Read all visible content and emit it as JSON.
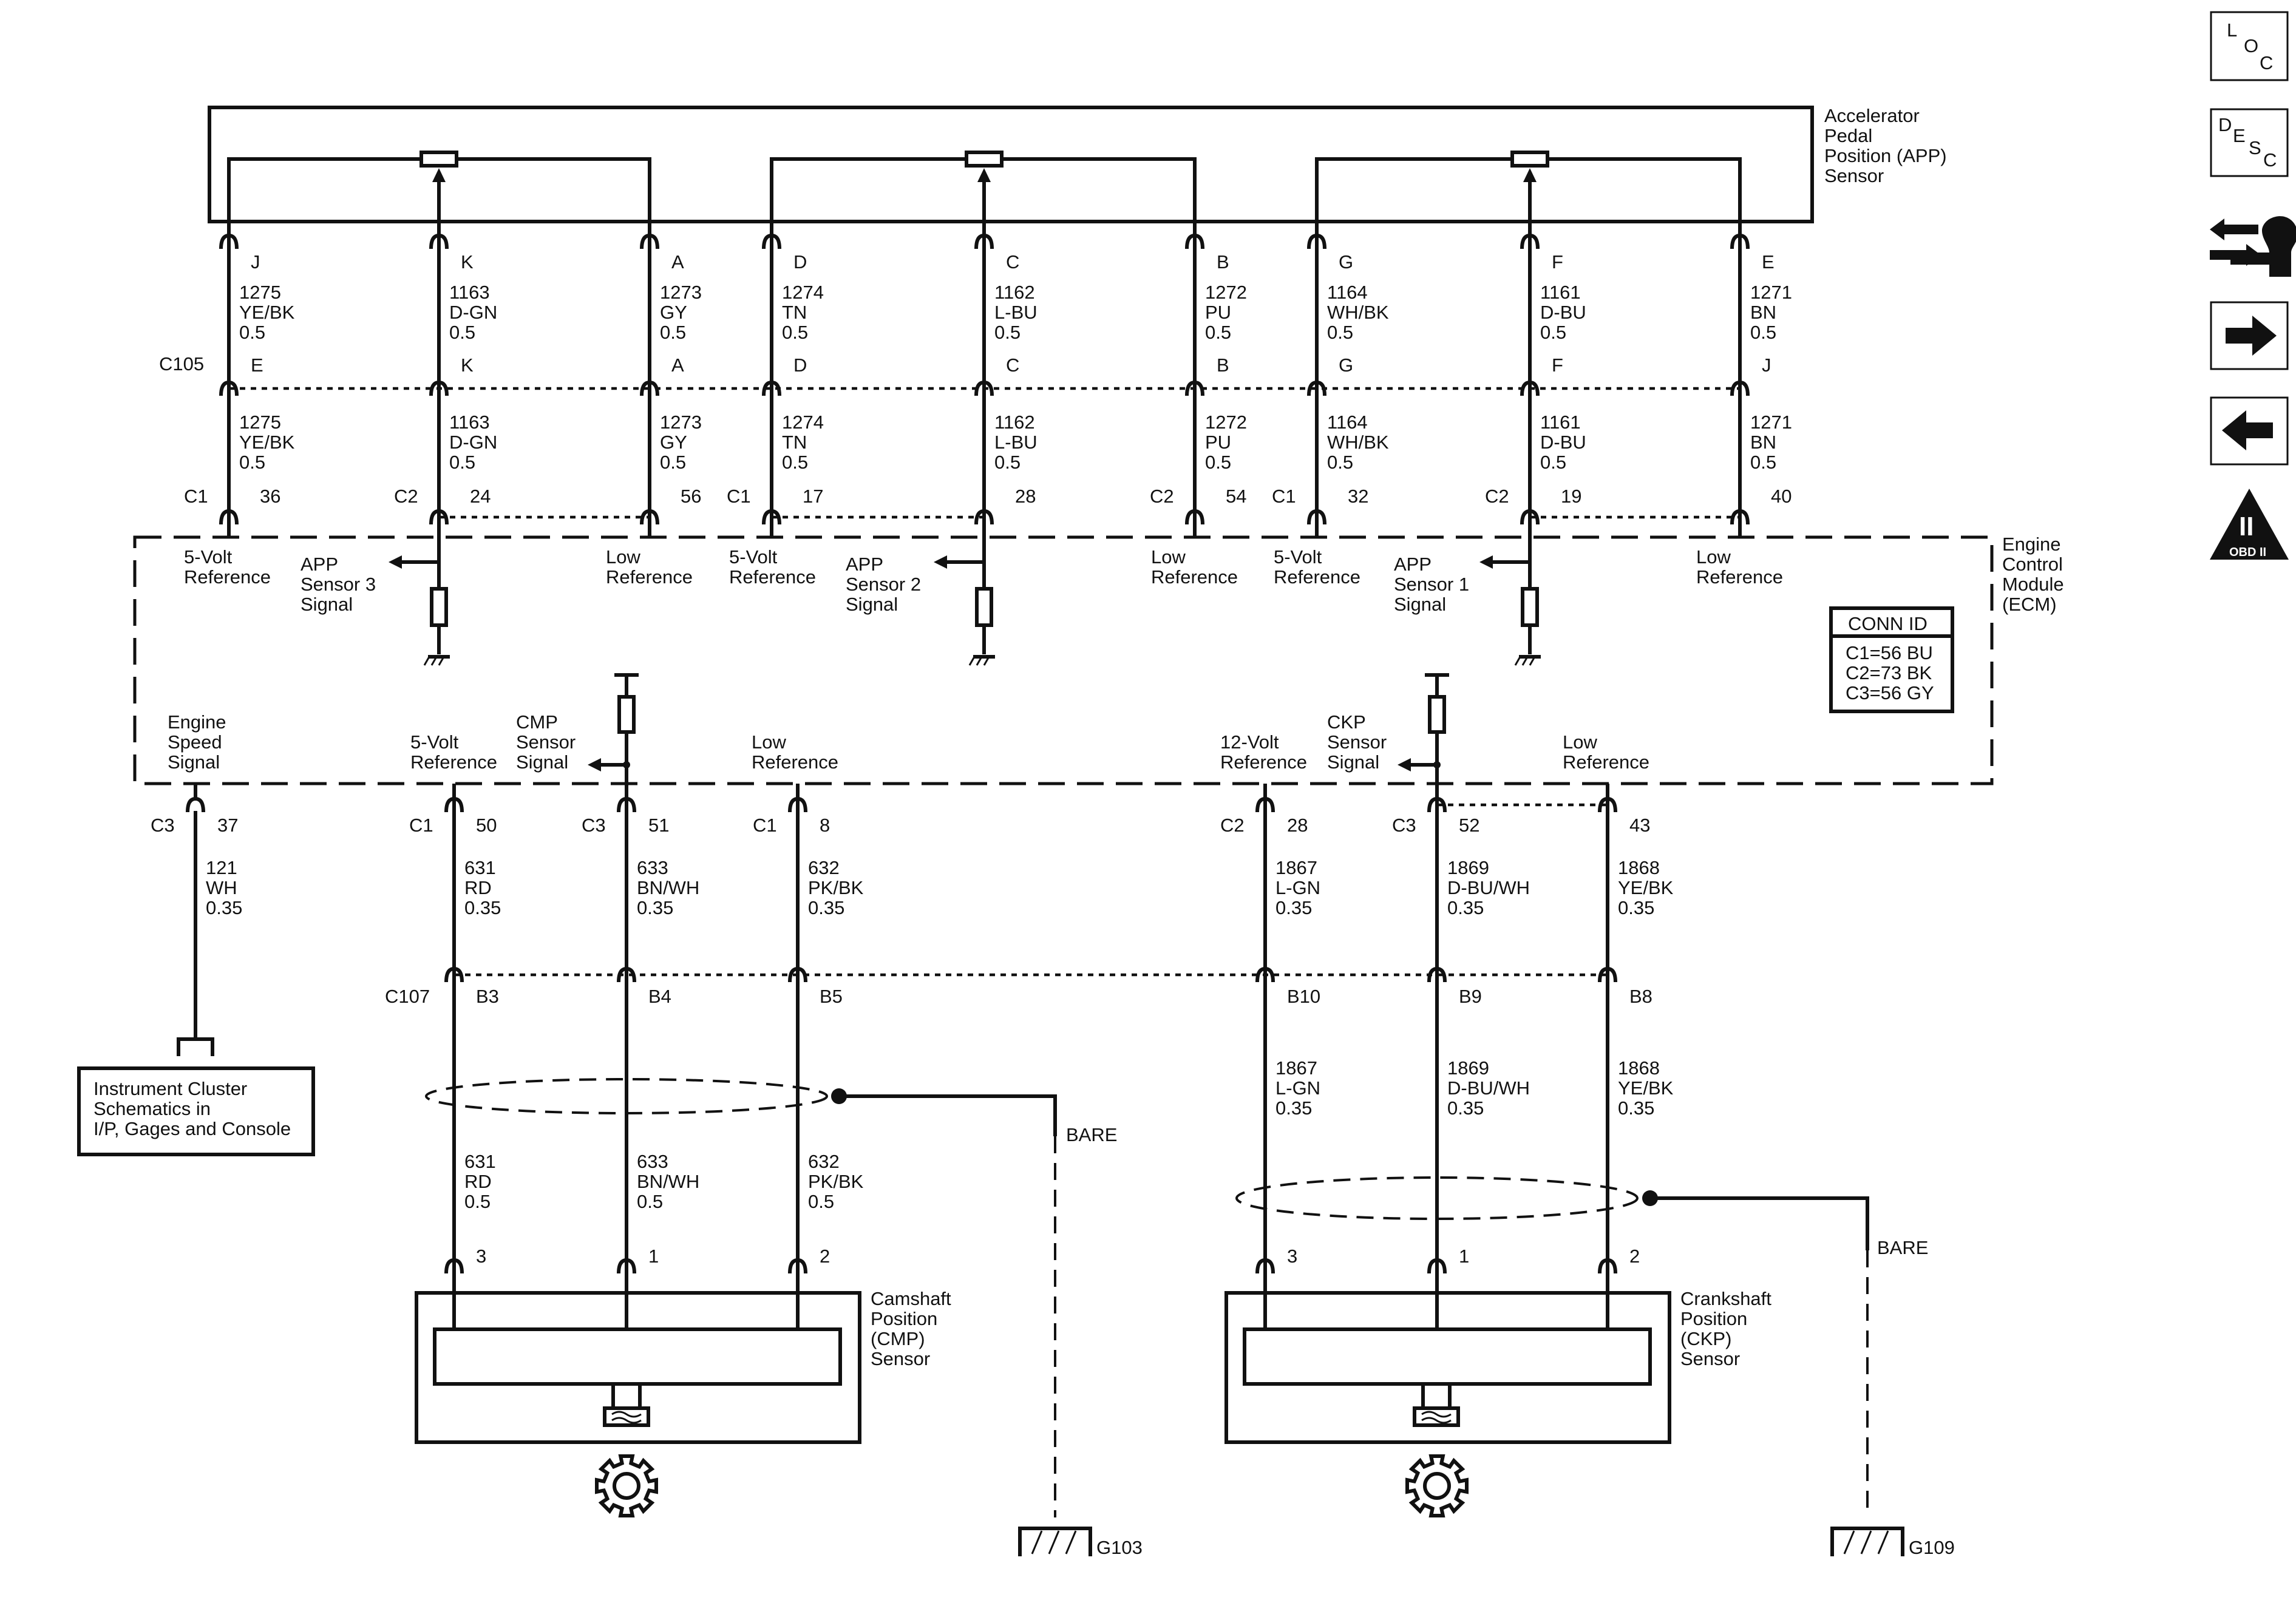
{
  "app": {
    "sensor_label": [
      "Accelerator",
      "Pedal",
      "Position (APP)",
      "Sensor"
    ],
    "ecm_label": [
      "Engine",
      "Control",
      "Module",
      "(ECM)"
    ],
    "c105": "C105",
    "c107": "C107"
  },
  "app_top_pins": [
    "J",
    "K",
    "A",
    "D",
    "C",
    "B",
    "G",
    "F",
    "E"
  ],
  "app_mid_pins": [
    "E",
    "K",
    "A",
    "D",
    "C",
    "B",
    "G",
    "F",
    "J"
  ],
  "app_wires": [
    {
      "circuit": "1275",
      "color": "YE/BK",
      "size": "0.5"
    },
    {
      "circuit": "1163",
      "color": "D-GN",
      "size": "0.5"
    },
    {
      "circuit": "1273",
      "color": "GY",
      "size": "0.5"
    },
    {
      "circuit": "1274",
      "color": "TN",
      "size": "0.5"
    },
    {
      "circuit": "1162",
      "color": "L-BU",
      "size": "0.5"
    },
    {
      "circuit": "1272",
      "color": "PU",
      "size": "0.5"
    },
    {
      "circuit": "1164",
      "color": "WH/BK",
      "size": "0.5"
    },
    {
      "circuit": "1161",
      "color": "D-BU",
      "size": "0.5"
    },
    {
      "circuit": "1271",
      "color": "BN",
      "size": "0.5"
    }
  ],
  "ecm_top_connectors": [
    {
      "conn": "C1",
      "pin": "36"
    },
    {
      "conn": "C2",
      "pin": "24"
    },
    {
      "conn": "",
      "pin": "56"
    },
    {
      "conn": "C1",
      "pin": "17"
    },
    {
      "conn": "",
      "pin": "28"
    },
    {
      "conn": "C2",
      "pin": "54"
    },
    {
      "conn": "C1",
      "pin": "32"
    },
    {
      "conn": "C2",
      "pin": "19"
    },
    {
      "conn": "",
      "pin": "40"
    }
  ],
  "ecm_internal_top": {
    "ref1": [
      "5-Volt",
      "Reference"
    ],
    "sig3": [
      "APP",
      "Sensor 3",
      "Signal"
    ],
    "low1": [
      "Low",
      "Reference"
    ],
    "ref2": [
      "5-Volt",
      "Reference"
    ],
    "sig2": [
      "APP",
      "Sensor 2",
      "Signal"
    ],
    "low2": [
      "Low",
      "Reference"
    ],
    "ref3": [
      "5-Volt",
      "Reference"
    ],
    "sig1": [
      "APP",
      "Sensor 1",
      "Signal"
    ],
    "low3": [
      "Low",
      "Reference"
    ]
  },
  "conn_id": {
    "title": "CONN ID",
    "lines": [
      "C1=56 BU",
      "C2=73 BK",
      "C3=56 GY"
    ]
  },
  "ecm_internal_bottom": {
    "eng_speed": [
      "Engine",
      "Speed",
      "Signal"
    ],
    "ref_cmp": [
      "5-Volt",
      "Reference"
    ],
    "cmp_sig": [
      "CMP",
      "Sensor",
      "Signal"
    ],
    "low_cmp": [
      "Low",
      "Reference"
    ],
    "ref_ckp": [
      "12-Volt",
      "Reference"
    ],
    "ckp_sig": [
      "CKP",
      "Sensor",
      "Signal"
    ],
    "low_ckp": [
      "Low",
      "Reference"
    ]
  },
  "ecm_bottom_connectors": [
    {
      "conn": "C3",
      "pin": "37"
    },
    {
      "conn": "C1",
      "pin": "50"
    },
    {
      "conn": "C3",
      "pin": "51"
    },
    {
      "conn": "C1",
      "pin": "8"
    },
    {
      "conn": "C2",
      "pin": "28"
    },
    {
      "conn": "C3",
      "pin": "52"
    },
    {
      "conn": "",
      "pin": "43"
    }
  ],
  "lower_wires": [
    {
      "circuit": "121",
      "color": "WH",
      "size": "0.35"
    },
    {
      "circuit": "631",
      "color": "RD",
      "size": "0.35"
    },
    {
      "circuit": "633",
      "color": "BN/WH",
      "size": "0.35"
    },
    {
      "circuit": "632",
      "color": "PK/BK",
      "size": "0.35"
    },
    {
      "circuit": "1867",
      "color": "L-GN",
      "size": "0.35"
    },
    {
      "circuit": "1869",
      "color": "D-BU/WH",
      "size": "0.35"
    },
    {
      "circuit": "1868",
      "color": "YE/BK",
      "size": "0.35"
    }
  ],
  "c107_pins": [
    "B3",
    "B4",
    "B5",
    "B10",
    "B9",
    "B8"
  ],
  "sensor_wires": [
    {
      "circuit": "631",
      "color": "RD",
      "size": "0.5"
    },
    {
      "circuit": "633",
      "color": "BN/WH",
      "size": "0.5"
    },
    {
      "circuit": "632",
      "color": "PK/BK",
      "size": "0.5"
    },
    {
      "circuit": "1867",
      "color": "L-GN",
      "size": "0.35"
    },
    {
      "circuit": "1869",
      "color": "D-BU/WH",
      "size": "0.35"
    },
    {
      "circuit": "1868",
      "color": "YE/BK",
      "size": "0.35"
    }
  ],
  "sensor_pins": [
    "3",
    "1",
    "2",
    "3",
    "1",
    "2"
  ],
  "cmp_sensor_label": [
    "Camshaft",
    "Position",
    "(CMP)",
    "Sensor"
  ],
  "ckp_sensor_label": [
    "Crankshaft",
    "Position",
    "(CKP)",
    "Sensor"
  ],
  "bare": "BARE",
  "grounds": [
    "G103",
    "G109"
  ],
  "cluster_ref": [
    "Instrument Cluster",
    "Schematics in",
    "I/P, Gages and Console"
  ],
  "nav": {
    "loc": [
      "L",
      "O",
      "C"
    ],
    "desc": [
      "D",
      "E",
      "S",
      "C"
    ],
    "obd": [
      "II",
      "OBD II"
    ]
  }
}
